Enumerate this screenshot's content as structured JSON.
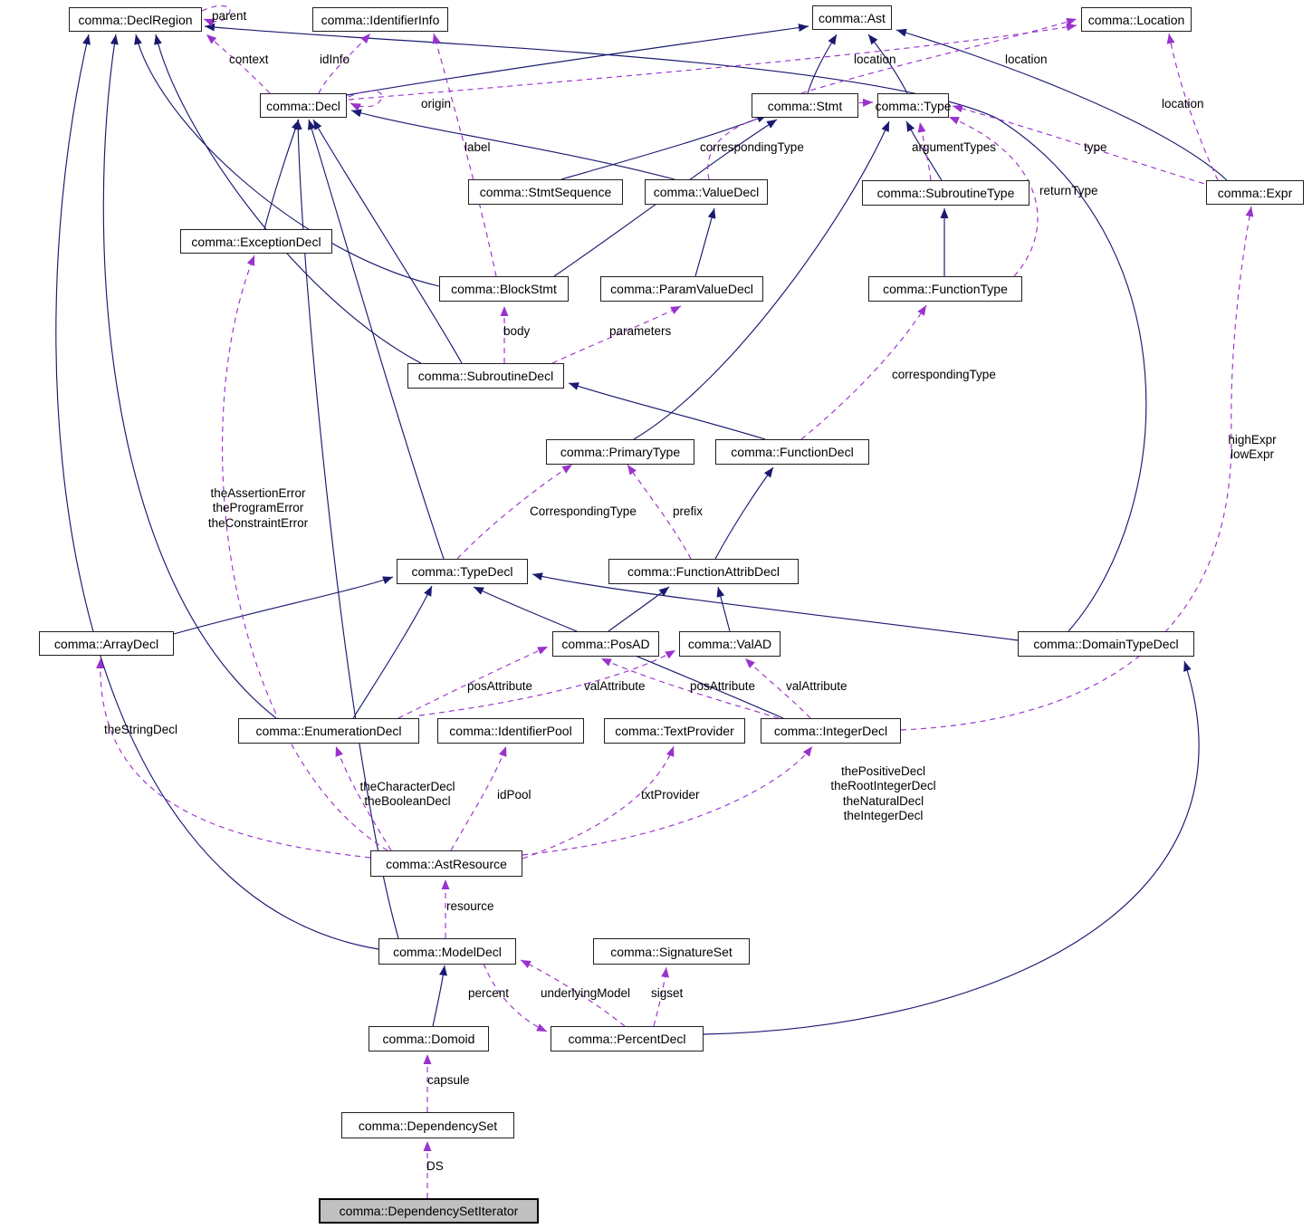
{
  "diagram": {
    "kind": "doxygen-collaboration-graph",
    "highlighted_node": "comma::DependencySetIterator",
    "colors": {
      "inheritance_edge": "#191970",
      "usage_edge": "#9a32cd",
      "node_border": "#1f1f1f",
      "node_bg": "#ffffff",
      "highlight_bg": "#c0c0c0",
      "background": "#ffffff"
    }
  },
  "nodes": [
    {
      "label": "comma::DeclRegion"
    },
    {
      "label": "comma::IdentifierInfo"
    },
    {
      "label": "comma::Ast"
    },
    {
      "label": "comma::Location"
    },
    {
      "label": "comma::Decl"
    },
    {
      "label": "comma::Stmt"
    },
    {
      "label": "comma::Type"
    },
    {
      "label": "comma::StmtSequence"
    },
    {
      "label": "comma::ValueDecl"
    },
    {
      "label": "comma::SubroutineType"
    },
    {
      "label": "comma::Expr"
    },
    {
      "label": "comma::ExceptionDecl"
    },
    {
      "label": "comma::BlockStmt"
    },
    {
      "label": "comma::ParamValueDecl"
    },
    {
      "label": "comma::FunctionType"
    },
    {
      "label": "comma::SubroutineDecl"
    },
    {
      "label": "comma::PrimaryType"
    },
    {
      "label": "comma::FunctionDecl"
    },
    {
      "label": "comma::TypeDecl"
    },
    {
      "label": "comma::FunctionAttribDecl"
    },
    {
      "label": "comma::ArrayDecl"
    },
    {
      "label": "comma::PosAD"
    },
    {
      "label": "comma::ValAD"
    },
    {
      "label": "comma::DomainTypeDecl"
    },
    {
      "label": "comma::EnumerationDecl"
    },
    {
      "label": "comma::IdentifierPool"
    },
    {
      "label": "comma::TextProvider"
    },
    {
      "label": "comma::IntegerDecl"
    },
    {
      "label": "comma::AstResource"
    },
    {
      "label": "comma::ModelDecl"
    },
    {
      "label": "comma::SignatureSet"
    },
    {
      "label": "comma::Domoid"
    },
    {
      "label": "comma::PercentDecl"
    },
    {
      "label": "comma::DependencySet"
    },
    {
      "label": "comma::DependencySetIterator"
    }
  ],
  "edge_labels": [
    {
      "text": "parent"
    },
    {
      "text": "context"
    },
    {
      "text": "idInfo"
    },
    {
      "text": "location"
    },
    {
      "text": "location"
    },
    {
      "text": "location"
    },
    {
      "text": "origin"
    },
    {
      "text": "label"
    },
    {
      "text": "correspondingType"
    },
    {
      "text": "argumentTypes"
    },
    {
      "text": "type"
    },
    {
      "text": "returnType"
    },
    {
      "text": "body"
    },
    {
      "text": "parameters"
    },
    {
      "text": "correspondingType"
    },
    {
      "text": "theAssertionError\ntheProgramError\ntheConstraintError"
    },
    {
      "text": "CorrespondingType"
    },
    {
      "text": "prefix"
    },
    {
      "text": "highExpr\nlowExpr"
    },
    {
      "text": "posAttribute"
    },
    {
      "text": "valAttribute"
    },
    {
      "text": "posAttribute"
    },
    {
      "text": "valAttribute"
    },
    {
      "text": "theStringDecl"
    },
    {
      "text": "theCharacterDecl\ntheBooleanDecl"
    },
    {
      "text": "idPool"
    },
    {
      "text": "txtProvider"
    },
    {
      "text": "thePositiveDecl\ntheRootIntegerDecl\ntheNaturalDecl\ntheIntegerDecl"
    },
    {
      "text": "resource"
    },
    {
      "text": "percent"
    },
    {
      "text": "underlyingModel"
    },
    {
      "text": "sigset"
    },
    {
      "text": "capsule"
    },
    {
      "text": "DS"
    }
  ]
}
